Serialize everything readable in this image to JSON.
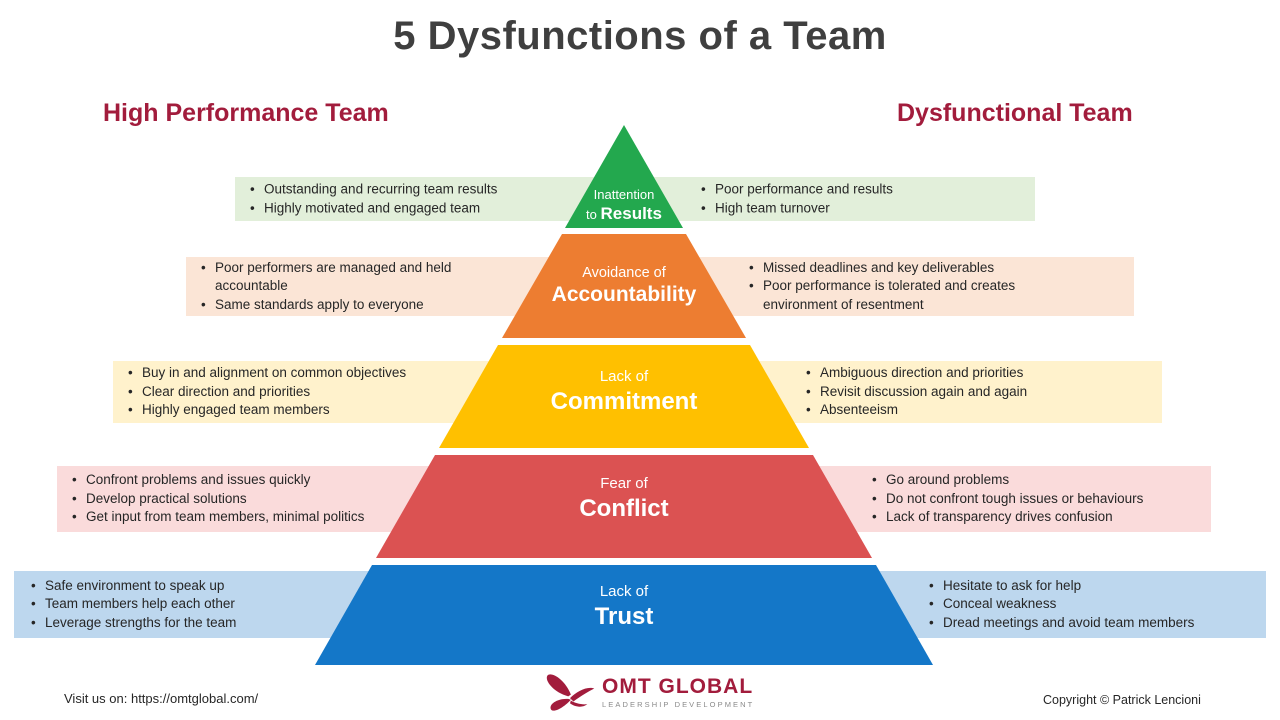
{
  "title": "5 Dysfunctions of a Team",
  "left_header": "High Performance Team",
  "right_header": "Dysfunctional Team",
  "colors": {
    "title": "#3F3F3F",
    "headers": "#A21C3C"
  },
  "levels": [
    {
      "line1": "Inattention",
      "line2_prefix": "to ",
      "keyword": "Results",
      "color": "#23A84E",
      "band_color": "#E2EFDA",
      "left_points": [
        "Outstanding and recurring team results",
        "Highly motivated and engaged team"
      ],
      "right_points": [
        "Poor performance and results",
        "High team turnover"
      ]
    },
    {
      "line1": "Avoidance of",
      "keyword": "Accountability",
      "color": "#ED7D31",
      "band_color": "#FBE5D6",
      "left_points": [
        "Poor performers are managed and held accountable",
        "Same standards apply to everyone"
      ],
      "right_points": [
        "Missed deadlines and key deliverables",
        "Poor performance is tolerated and creates environment of resentment"
      ]
    },
    {
      "line1": "Lack of",
      "keyword": "Commitment",
      "color": "#FFC000",
      "band_color": "#FFF2CC",
      "left_points": [
        "Buy in and alignment on common objectives",
        "Clear direction and priorities",
        "Highly engaged team members"
      ],
      "right_points": [
        "Ambiguous direction and priorities",
        "Revisit discussion again and again",
        "Absenteeism"
      ]
    },
    {
      "line1": "Fear of",
      "keyword": "Conflict",
      "color": "#DB5252",
      "band_color": "#FADBDB",
      "left_points": [
        "Confront problems and issues quickly",
        "Develop practical solutions",
        "Get input from team members, minimal politics"
      ],
      "right_points": [
        "Go around problems",
        "Do not confront tough issues or behaviours",
        "Lack of transparency drives confusion"
      ]
    },
    {
      "line1": "Lack of",
      "keyword": "Trust",
      "color": "#1477C8",
      "band_color": "#BDD7EE",
      "left_points": [
        "Safe environment to speak up",
        "Team members help each other",
        "Leverage strengths for the team"
      ],
      "right_points": [
        "Hesitate to ask for help",
        "Conceal weakness",
        "Dread meetings and avoid team members"
      ]
    }
  ],
  "footer": {
    "visit": "Visit us on: https://omtglobal.com/",
    "logo_name": "OMT GLOBAL",
    "logo_sub": "LEADERSHIP DEVELOPMENT",
    "copyright": "Copyright © Patrick Lencioni"
  }
}
